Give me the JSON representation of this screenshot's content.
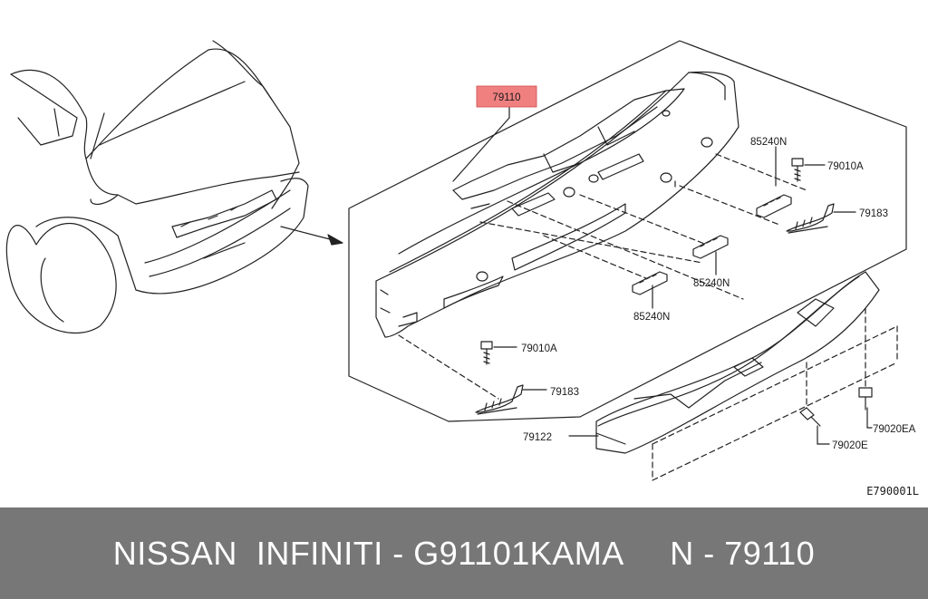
{
  "diagram": {
    "drawing_code": "E790001L",
    "highlight_color": "#f08080",
    "labels": {
      "main_part": "79110",
      "bracket_upper": "85240N",
      "bracket_mid": "85240N",
      "bracket_lower": "85240N",
      "bolt_upper": "79010A",
      "bolt_lower": "79010A",
      "clip_upper": "79183",
      "clip_lower": "79183",
      "lower_panel": "79122",
      "bolt_ea": "79020EA",
      "bolt_e": "79020E"
    }
  },
  "footer": {
    "text": "NISSAN  INFINITI - G91101KAMA     N - 79110",
    "background": "#777777"
  }
}
